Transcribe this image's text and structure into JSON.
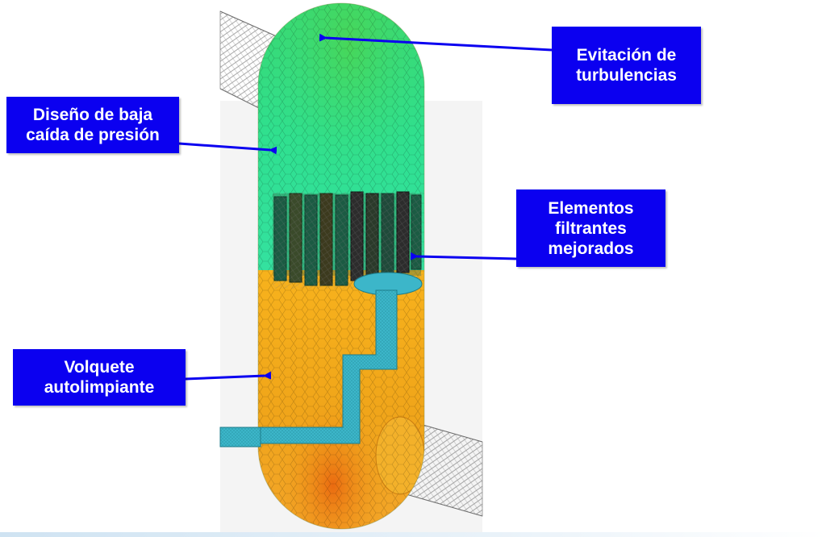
{
  "callouts": {
    "turbulence": {
      "line1": "Evitación de",
      "line2": "turbulencias"
    },
    "pressure": {
      "line1": "Diseño de baja",
      "line2": "caída de presión"
    },
    "filters": {
      "line1": "Elementos",
      "line2": "filtrantes",
      "line3": "mejorados"
    },
    "dump": {
      "line1": "Volquete",
      "line2": "autolimpiante"
    }
  },
  "colors": {
    "callout_background": "#0b00f0",
    "callout_text": "#ffffff",
    "arrow": "#0b00f0",
    "upper_fluid": "#2fe08a",
    "lower_fluid": "#f2a21a",
    "pipe_cyan": "#3cb6c9"
  }
}
